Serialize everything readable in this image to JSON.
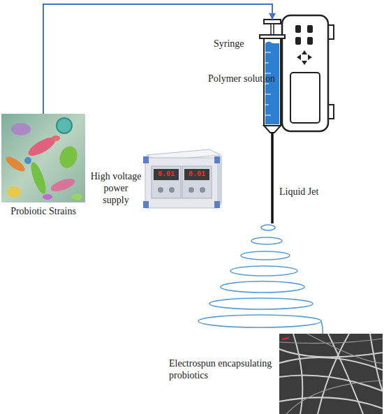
{
  "diagram": {
    "nodes": [
      {
        "text": [
          "Probiotic Strains"
        ]
      },
      {
        "text": [
          "Syringe",
          "Polymer solution"
        ]
      },
      {
        "text": [
          "High voltage power supply"
        ]
      },
      {
        "text": [
          "Electrospun encapsulating probiotics"
        ]
      }
    ],
    "edges": [
      {
        "from": 0,
        "to": 1,
        "arrow": "to"
      }
    ],
    "labels": [
      "Liquid Jet",
      "8.01",
      "8.01"
    ]
  }
}
